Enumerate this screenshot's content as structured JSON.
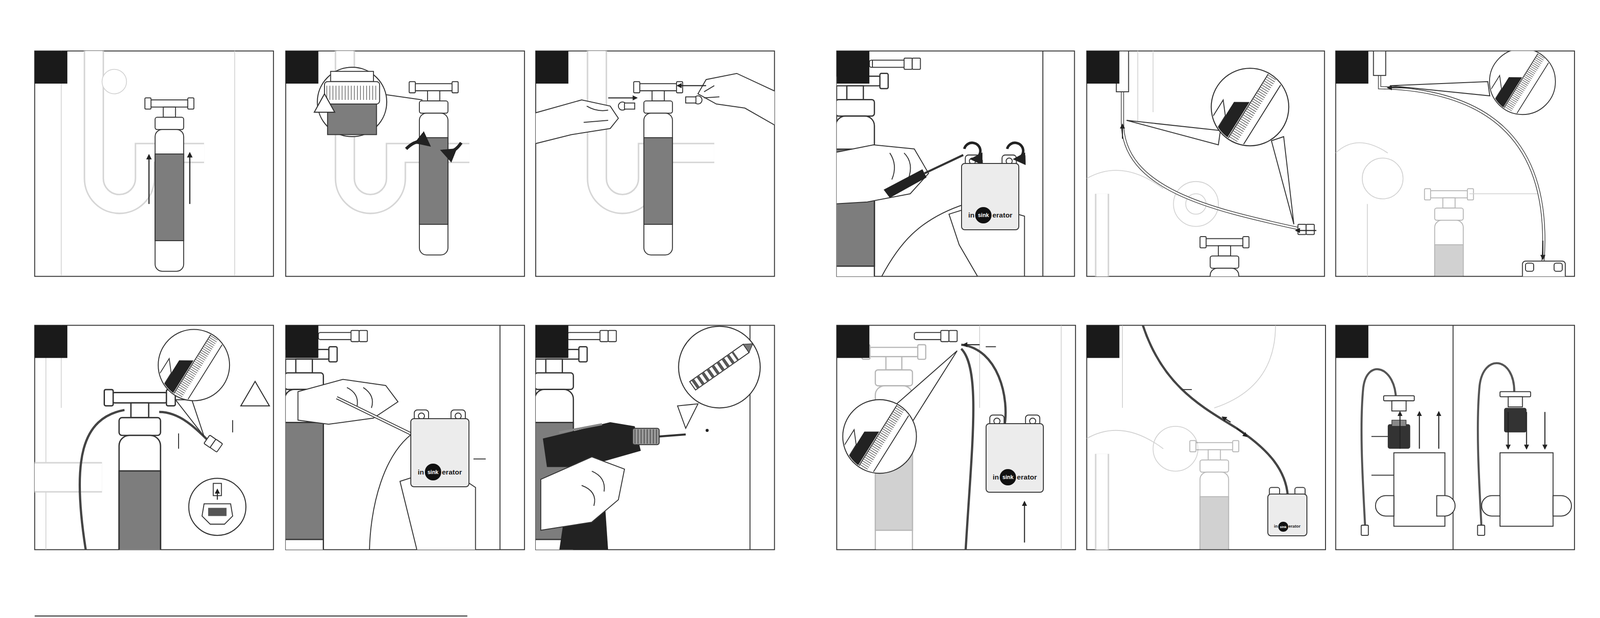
{
  "diagram": {
    "nodes": [
      {
        "text": [
          "in",
          "sink",
          "erator"
        ]
      },
      {
        "text": [
          "in",
          "sink",
          "erator"
        ]
      },
      {
        "text": [
          "in",
          "sink",
          "erator"
        ]
      },
      {
        "text": [
          "in",
          "sink",
          "erator"
        ]
      }
    ]
  }
}
